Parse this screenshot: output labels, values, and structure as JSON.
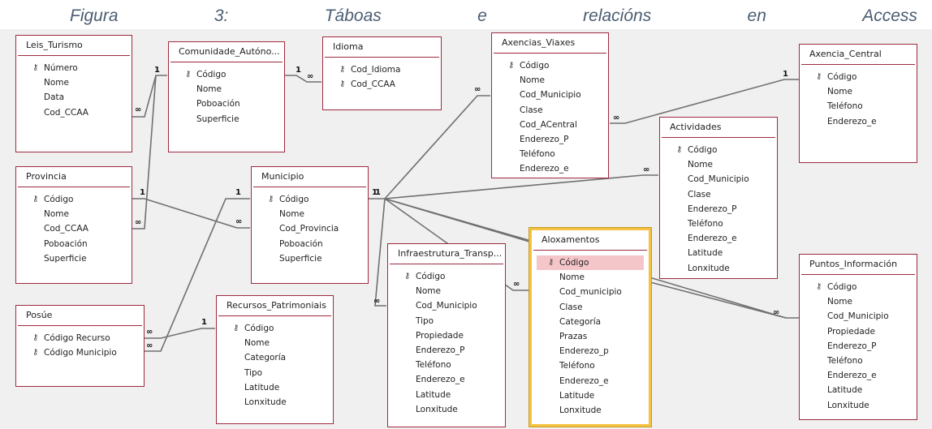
{
  "caption": [
    "Figura",
    "3:",
    "Táboas",
    "e",
    "relacións",
    "en",
    "Access"
  ],
  "cardinality": {
    "one": "1",
    "many": "∞"
  },
  "key_glyph": "🔑",
  "tables": {
    "leis_turismo": {
      "title": "Leis_Turismo",
      "fields": [
        "Número",
        "Nome",
        "Data",
        "Cod_CCAA"
      ]
    },
    "comunidade": {
      "title": "Comunidade_Autóno...",
      "fields": [
        "Código",
        "Nome",
        "Poboación",
        "Superficie"
      ]
    },
    "idioma": {
      "title": "Idioma",
      "fields": [
        "Cod_Idioma",
        "Cod_CCAA"
      ]
    },
    "axencias_viaxes": {
      "title": "Axencias_Viaxes",
      "fields": [
        "Código",
        "Nome",
        "Cod_Municipio",
        "Clase",
        "Cod_ACentral",
        "Enderezo_P",
        "Teléfono",
        "Enderezo_e"
      ]
    },
    "axencia_central": {
      "title": "Axencia_Central",
      "fields": [
        "Código",
        "Nome",
        "Teléfono",
        "Enderezo_e"
      ]
    },
    "provincia": {
      "title": "Provincia",
      "fields": [
        "Código",
        "Nome",
        "Cod_CCAA",
        "Poboación",
        "Superficie"
      ]
    },
    "municipio": {
      "title": "Municipio",
      "fields": [
        "Código",
        "Nome",
        "Cod_Provincia",
        "Poboación",
        "Superficie"
      ]
    },
    "actividades": {
      "title": "Actividades",
      "fields": [
        "Código",
        "Nome",
        "Cod_Municipio",
        "Clase",
        "Enderezo_P",
        "Teléfono",
        "Enderezo_e",
        "Latitude",
        "Lonxitude"
      ]
    },
    "infraestrutura": {
      "title": "Infraestrutura_Transp...",
      "fields": [
        "Código",
        "Nome",
        "Cod_Municipio",
        "Tipo",
        "Propiedade",
        "Enderezo_P",
        "Teléfono",
        "Enderezo_e",
        "Latitude",
        "Lonxitude"
      ]
    },
    "aloxamentos": {
      "title": "Aloxamentos",
      "fields": [
        "Código",
        "Nome",
        "Cod_municipio",
        "Clase",
        "Categoría",
        "Prazas",
        "Enderezo_p",
        "Teléfono",
        "Enderezo_e",
        "Latitude",
        "Lonxitude"
      ]
    },
    "puntos_informacion": {
      "title": "Puntos_Información",
      "fields": [
        "Código",
        "Nome",
        "Cod_Municipio",
        "Propiedade",
        "Enderezo_P",
        "Teléfono",
        "Enderezo_e",
        "Latitude",
        "Lonxitude"
      ]
    },
    "posue": {
      "title": "Posúe",
      "fields": [
        "Código Recurso",
        "Código Municipio"
      ]
    },
    "recursos_patrimoniais": {
      "title": "Recursos_Patrimoniais",
      "fields": [
        "Código",
        "Nome",
        "Categoría",
        "Tipo",
        "Latitude",
        "Lonxitude"
      ]
    }
  }
}
